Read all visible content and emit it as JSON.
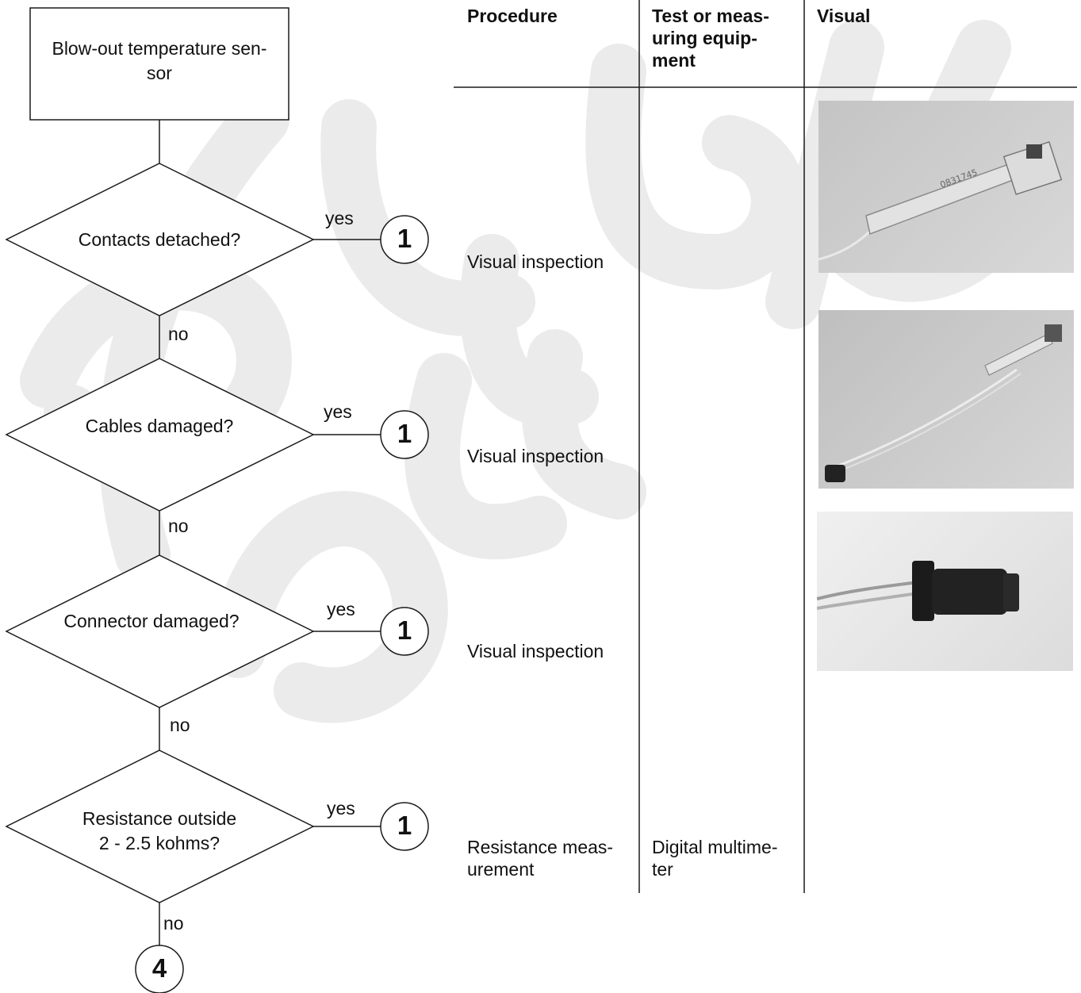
{
  "flowchart": {
    "start_label": "Blow-out temperature sen-\nsor",
    "decisions": [
      {
        "question": "Contacts detached?",
        "yes": "yes",
        "no": "no",
        "target": "1"
      },
      {
        "question": "Cables damaged?",
        "yes": "yes",
        "no": "no",
        "target": "1"
      },
      {
        "question": "Connector damaged?",
        "yes": "yes",
        "no": "no",
        "target": "1"
      },
      {
        "question": "Resistance outside\n2 - 2.5  kohms?",
        "yes": "yes",
        "no": "no",
        "target": "1"
      }
    ],
    "end_target": "4"
  },
  "table": {
    "headers": {
      "procedure": "Procedure",
      "equipment": "Test or meas-\nuring equip-\nment",
      "visual": "Visual"
    },
    "rows": [
      {
        "procedure": "Visual inspection",
        "equipment": ""
      },
      {
        "procedure": "Visual inspection",
        "equipment": ""
      },
      {
        "procedure": "Visual inspection",
        "equipment": ""
      },
      {
        "procedure": "Resistance meas-\nurement",
        "equipment": "Digital multime-\nter"
      }
    ]
  },
  "visuals": [
    {
      "subject": "sensor-contact-photo",
      "tag": "0831745"
    },
    {
      "subject": "sensor-cable-photo"
    },
    {
      "subject": "connector-photo"
    }
  ],
  "colors": {
    "line": "#1a1a1a",
    "watermark": "#e6e6e6",
    "photo_bg": "#c9c9c9"
  }
}
